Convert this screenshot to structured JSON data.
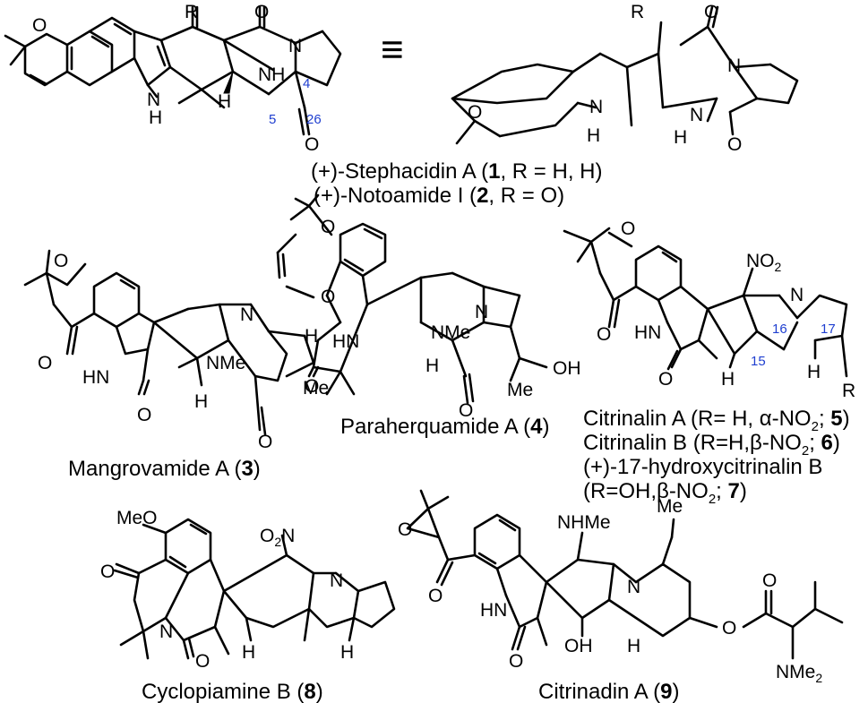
{
  "compounds": [
    {
      "id": "1",
      "caption": {
        "prefix": "(+)-Stephacidin A (",
        "num": "1",
        "suffix": ", R = H, H)"
      }
    },
    {
      "id": "2",
      "caption": {
        "prefix": "(+)-Notoamide I (",
        "num": "2",
        "suffix": ", R = O)"
      }
    },
    {
      "id": "3",
      "caption": {
        "prefix": "Mangrovamide A (",
        "num": "3",
        "suffix": ")"
      }
    },
    {
      "id": "4",
      "caption": {
        "prefix": "Paraherquamide A (",
        "num": "4",
        "suffix": ")"
      }
    },
    {
      "id": "5",
      "caption": {
        "prefix": "Citrinalin A (R= H, α-NO",
        "sub": "2",
        "mid": "; ",
        "num": "5",
        "suffix": ")"
      }
    },
    {
      "id": "6",
      "caption": {
        "prefix": "Citrinalin B (R=H,β-NO",
        "sub": "2",
        "mid": "; ",
        "num": "6",
        "suffix": ")"
      }
    },
    {
      "id": "7",
      "caption": {
        "line1": "(+)-17-hydroxycitrinalin B",
        "prefix": "(R=OH,β-NO",
        "sub": "2",
        "mid": "; ",
        "num": "7",
        "suffix": ")"
      }
    },
    {
      "id": "8",
      "caption": {
        "prefix": "Cyclopiamine B (",
        "num": "8",
        "suffix": ")"
      }
    },
    {
      "id": "9",
      "caption": {
        "prefix": "Citrinadin A (",
        "num": "9",
        "suffix": ")"
      }
    }
  ],
  "equivalence_symbol": "≡",
  "atom_labels": {
    "R": "R",
    "O": "O",
    "N": "N",
    "H": "H",
    "NH": "NH",
    "HN": "HN",
    "NMe": "NMe",
    "Me": "Me",
    "OH": "OH",
    "MeO": "MeO",
    "NHMe": "NHMe",
    "NO2": "NO",
    "O2N": "O",
    "NMe2": "NMe",
    "sub2": "2"
  },
  "numbering": {
    "n4": "4",
    "n5": "5",
    "n26": "26",
    "n15": "15",
    "n16": "16",
    "n17": "17"
  }
}
